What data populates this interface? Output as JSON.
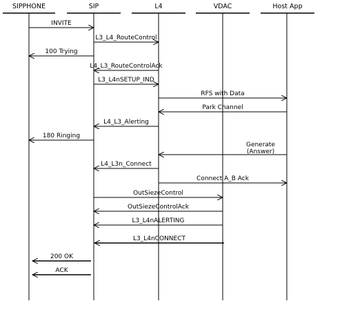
{
  "participants": [
    {
      "id": "sipphone",
      "name": "SIPPHONE"
    },
    {
      "id": "sip",
      "name": "SIP"
    },
    {
      "id": "l4",
      "name": "L4"
    },
    {
      "id": "vdac",
      "name": "VDAC"
    },
    {
      "id": "hostapp",
      "name": "Host App"
    }
  ],
  "messages": [
    {
      "label": "INVITE",
      "from": "sipphone",
      "to": "sip"
    },
    {
      "label": "L3_L4_RouteControl",
      "from": "sip",
      "to": "l4"
    },
    {
      "label": "100 Trying",
      "from": "sip",
      "to": "sipphone"
    },
    {
      "label": "L4_L3_RouteControlAck",
      "from": "l4",
      "to": "sip"
    },
    {
      "label": "L3_L4nSETUP_IND",
      "from": "sip",
      "to": "l4"
    },
    {
      "label": "RFS with Data",
      "from": "l4",
      "to": "hostapp"
    },
    {
      "label": "Park Channel",
      "from": "hostapp",
      "to": "l4"
    },
    {
      "label": "L4_L3_Alerting",
      "from": "l4",
      "to": "sip"
    },
    {
      "label": "180 Ringing",
      "from": "sip",
      "to": "sipphone"
    },
    {
      "label": "Generate",
      "label2": "(Answer)",
      "from": "hostapp",
      "to": "l4"
    },
    {
      "label": "L4_L3n_Connect",
      "from": "l4",
      "to": "sip"
    },
    {
      "label": "Connect A_B Ack",
      "from": "l4",
      "to": "hostapp"
    },
    {
      "label": "OutSiezeControl",
      "from": "sip",
      "to": "vdac"
    },
    {
      "label": "OutSiezeControlAck",
      "from": "vdac",
      "to": "sip"
    },
    {
      "label": "L3_L4nALERTING",
      "from": "vdac",
      "to": "sip"
    },
    {
      "label": "L3_L4nCONNECT",
      "from": "vdac",
      "to": "sip"
    },
    {
      "label": "200 OK",
      "from": "sip",
      "to": "sipphone"
    },
    {
      "label": "ACK",
      "from": "sip",
      "to": "sipphone"
    }
  ]
}
